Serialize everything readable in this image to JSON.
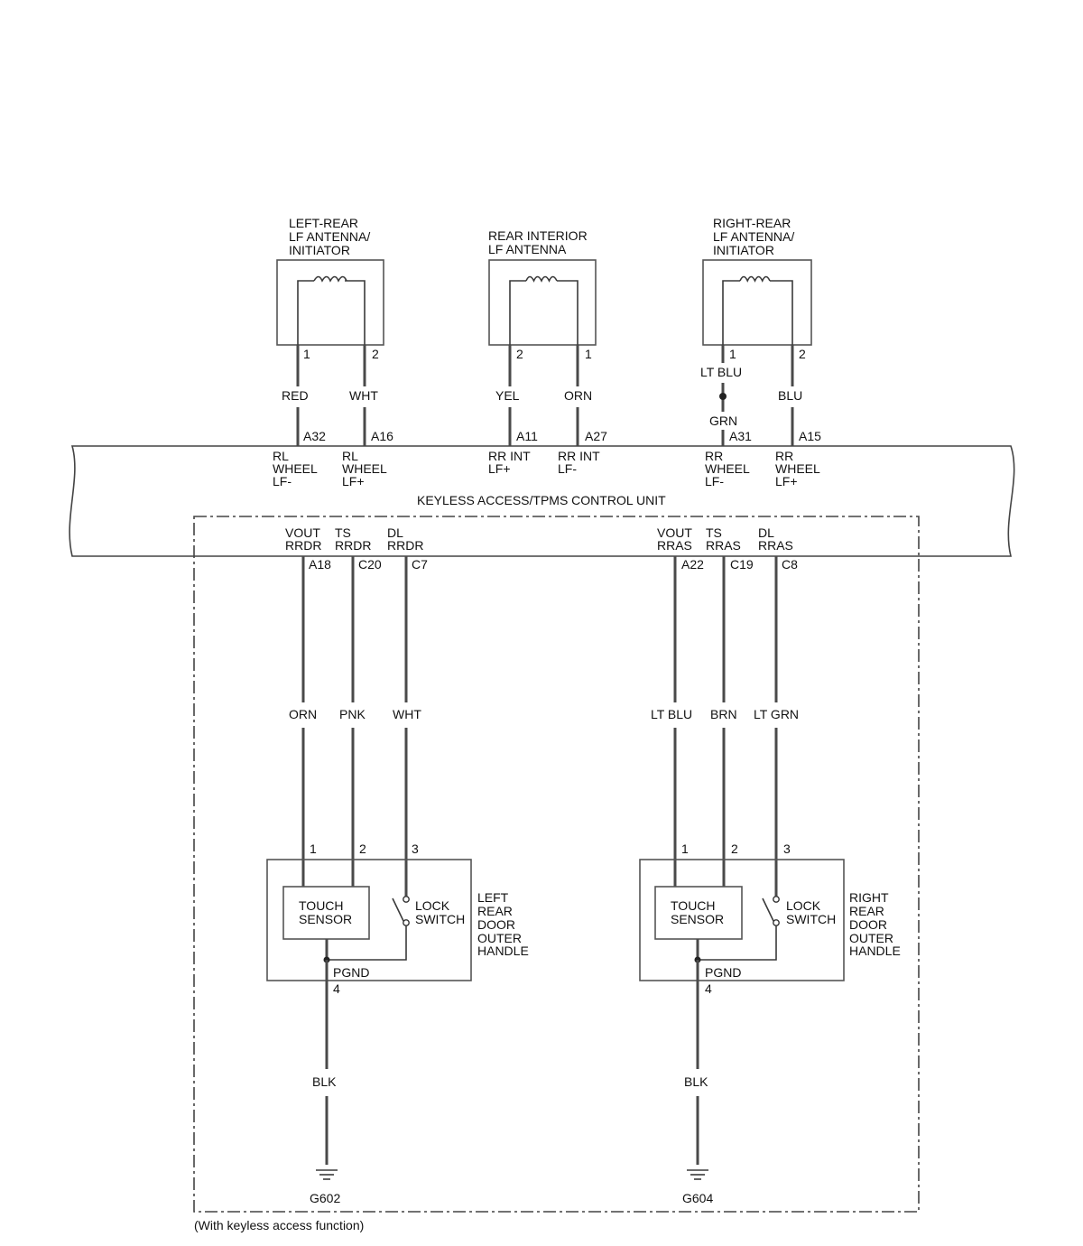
{
  "antennas": {
    "left": {
      "label": [
        "LEFT-REAR",
        "LF ANTENNA/",
        "INITIATOR"
      ],
      "pin_a": "1",
      "pin_b": "2",
      "wire_a": "RED",
      "wire_b": "WHT",
      "term_a": "A32",
      "term_b": "A16",
      "sig_a": [
        "RL",
        "WHEEL",
        "LF-"
      ],
      "sig_b": [
        "RL",
        "WHEEL",
        "LF+"
      ]
    },
    "center": {
      "label": [
        "REAR INTERIOR",
        "LF ANTENNA"
      ],
      "pin_a": "2",
      "pin_b": "1",
      "wire_a": "YEL",
      "wire_b": "ORN",
      "term_a": "A11",
      "term_b": "A27",
      "sig_a": [
        "RR INT",
        "LF+"
      ],
      "sig_b": [
        "RR INT",
        "LF-"
      ]
    },
    "right": {
      "label": [
        "RIGHT-REAR",
        "LF ANTENNA/",
        "INITIATOR"
      ],
      "pin_a": "1",
      "pin_b": "2",
      "wire_a": "LT BLU",
      "wire_a2": "GRN",
      "wire_b": "BLU",
      "term_a": "A31",
      "term_b": "A15",
      "sig_a": [
        "RR",
        "WHEEL",
        "LF-"
      ],
      "sig_b": [
        "RR",
        "WHEEL",
        "LF+"
      ]
    }
  },
  "control_unit": {
    "name": "KEYLESS ACCESS/TPMS CONTROL UNIT"
  },
  "handles": {
    "left": {
      "sigs": [
        [
          "VOUT",
          "RRDR"
        ],
        [
          "TS",
          "RRDR"
        ],
        [
          "DL",
          "RRDR"
        ]
      ],
      "terms": [
        "A18",
        "C20",
        "C7"
      ],
      "wires": [
        "ORN",
        "PNK",
        "WHT"
      ],
      "pins": [
        "1",
        "2",
        "3"
      ],
      "touch_sensor": [
        "TOUCH",
        "SENSOR"
      ],
      "lock_switch": [
        "LOCK",
        "SWITCH"
      ],
      "name": [
        "LEFT",
        "REAR",
        "DOOR",
        "OUTER",
        "HANDLE"
      ],
      "pgnd": "PGND",
      "pgnd_pin": "4",
      "ground_wire": "BLK",
      "ground": "G602"
    },
    "right": {
      "sigs": [
        [
          "VOUT",
          "RRAS"
        ],
        [
          "TS",
          "RRAS"
        ],
        [
          "DL",
          "RRAS"
        ]
      ],
      "terms": [
        "A22",
        "C19",
        "C8"
      ],
      "wires": [
        "LT BLU",
        "BRN",
        "LT GRN"
      ],
      "pins": [
        "1",
        "2",
        "3"
      ],
      "touch_sensor": [
        "TOUCH",
        "SENSOR"
      ],
      "lock_switch": [
        "LOCK",
        "SWITCH"
      ],
      "name": [
        "RIGHT",
        "REAR",
        "DOOR",
        "OUTER",
        "HANDLE"
      ],
      "pgnd": "PGND",
      "pgnd_pin": "4",
      "ground_wire": "BLK",
      "ground": "G604"
    }
  },
  "footnote": "(With keyless access function)"
}
